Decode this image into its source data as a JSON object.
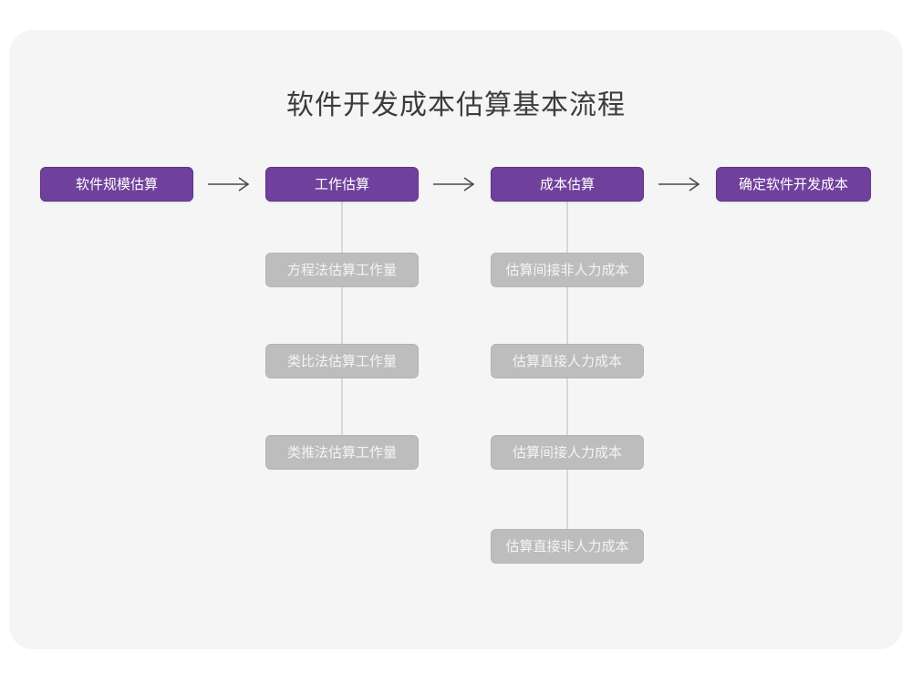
{
  "title": "软件开发成本估算基本流程",
  "colors": {
    "page_background": "#ffffff",
    "card_background": "#f5f5f5",
    "primary_node": "#70419c",
    "primary_node_border": "#5f3388",
    "primary_node_text": "#ffffff",
    "secondary_node": "#bdbdbd",
    "secondary_node_text": "#f4f4f4",
    "connector_line": "#d8d8d8",
    "title_text": "#3c3c3c",
    "arrow": "#4a4a4a"
  },
  "flow": {
    "main_steps": [
      {
        "id": "size",
        "label": "软件规模估算"
      },
      {
        "id": "effort",
        "label": "工作估算"
      },
      {
        "id": "cost",
        "label": "成本估算"
      },
      {
        "id": "final",
        "label": "确定软件开发成本"
      }
    ],
    "arrows": [
      {
        "id": "arrow-1",
        "glyph": "arrow-right-icon"
      },
      {
        "id": "arrow-2",
        "glyph": "arrow-right-icon"
      },
      {
        "id": "arrow-3",
        "glyph": "arrow-right-icon"
      }
    ],
    "effort_substeps": [
      {
        "id": "eq",
        "label": "方程法估算工作量"
      },
      {
        "id": "ana",
        "label": "类比法估算工作量"
      },
      {
        "id": "ext",
        "label": "类推法估算工作量"
      }
    ],
    "cost_substeps": [
      {
        "id": "c1",
        "label": "估算间接非人力成本"
      },
      {
        "id": "c2",
        "label": "估算直接人力成本"
      },
      {
        "id": "c3",
        "label": "估算间接人力成本"
      },
      {
        "id": "c4",
        "label": "估算直接非人力成本"
      }
    ]
  },
  "chart_data": {
    "type": "diagram",
    "title": "软件开发成本估算基本流程",
    "layout": "horizontal-flow-with-vertical-branches",
    "nodes": [
      {
        "id": "size",
        "label": "软件规模估算",
        "level": "main",
        "column": 1
      },
      {
        "id": "effort",
        "label": "工作估算",
        "level": "main",
        "column": 2
      },
      {
        "id": "cost",
        "label": "成本估算",
        "level": "main",
        "column": 3
      },
      {
        "id": "final",
        "label": "确定软件开发成本",
        "level": "main",
        "column": 4
      },
      {
        "id": "eq",
        "label": "方程法估算工作量",
        "level": "sub",
        "parent": "effort"
      },
      {
        "id": "ana",
        "label": "类比法估算工作量",
        "level": "sub",
        "parent": "effort"
      },
      {
        "id": "ext",
        "label": "类推法估算工作量",
        "level": "sub",
        "parent": "effort"
      },
      {
        "id": "c1",
        "label": "估算间接非人力成本",
        "level": "sub",
        "parent": "cost"
      },
      {
        "id": "c2",
        "label": "估算直接人力成本",
        "level": "sub",
        "parent": "cost"
      },
      {
        "id": "c3",
        "label": "估算间接人力成本",
        "level": "sub",
        "parent": "cost"
      },
      {
        "id": "c4",
        "label": "估算直接非人力成本",
        "level": "sub",
        "parent": "cost"
      }
    ],
    "edges": [
      {
        "from": "size",
        "to": "effort",
        "style": "arrow"
      },
      {
        "from": "effort",
        "to": "cost",
        "style": "arrow"
      },
      {
        "from": "cost",
        "to": "final",
        "style": "arrow"
      },
      {
        "from": "effort",
        "to": "eq",
        "style": "line"
      },
      {
        "from": "effort",
        "to": "ana",
        "style": "line"
      },
      {
        "from": "effort",
        "to": "ext",
        "style": "line"
      },
      {
        "from": "cost",
        "to": "c1",
        "style": "line"
      },
      {
        "from": "cost",
        "to": "c2",
        "style": "line"
      },
      {
        "from": "cost",
        "to": "c3",
        "style": "line"
      },
      {
        "from": "cost",
        "to": "c4",
        "style": "line"
      }
    ]
  }
}
